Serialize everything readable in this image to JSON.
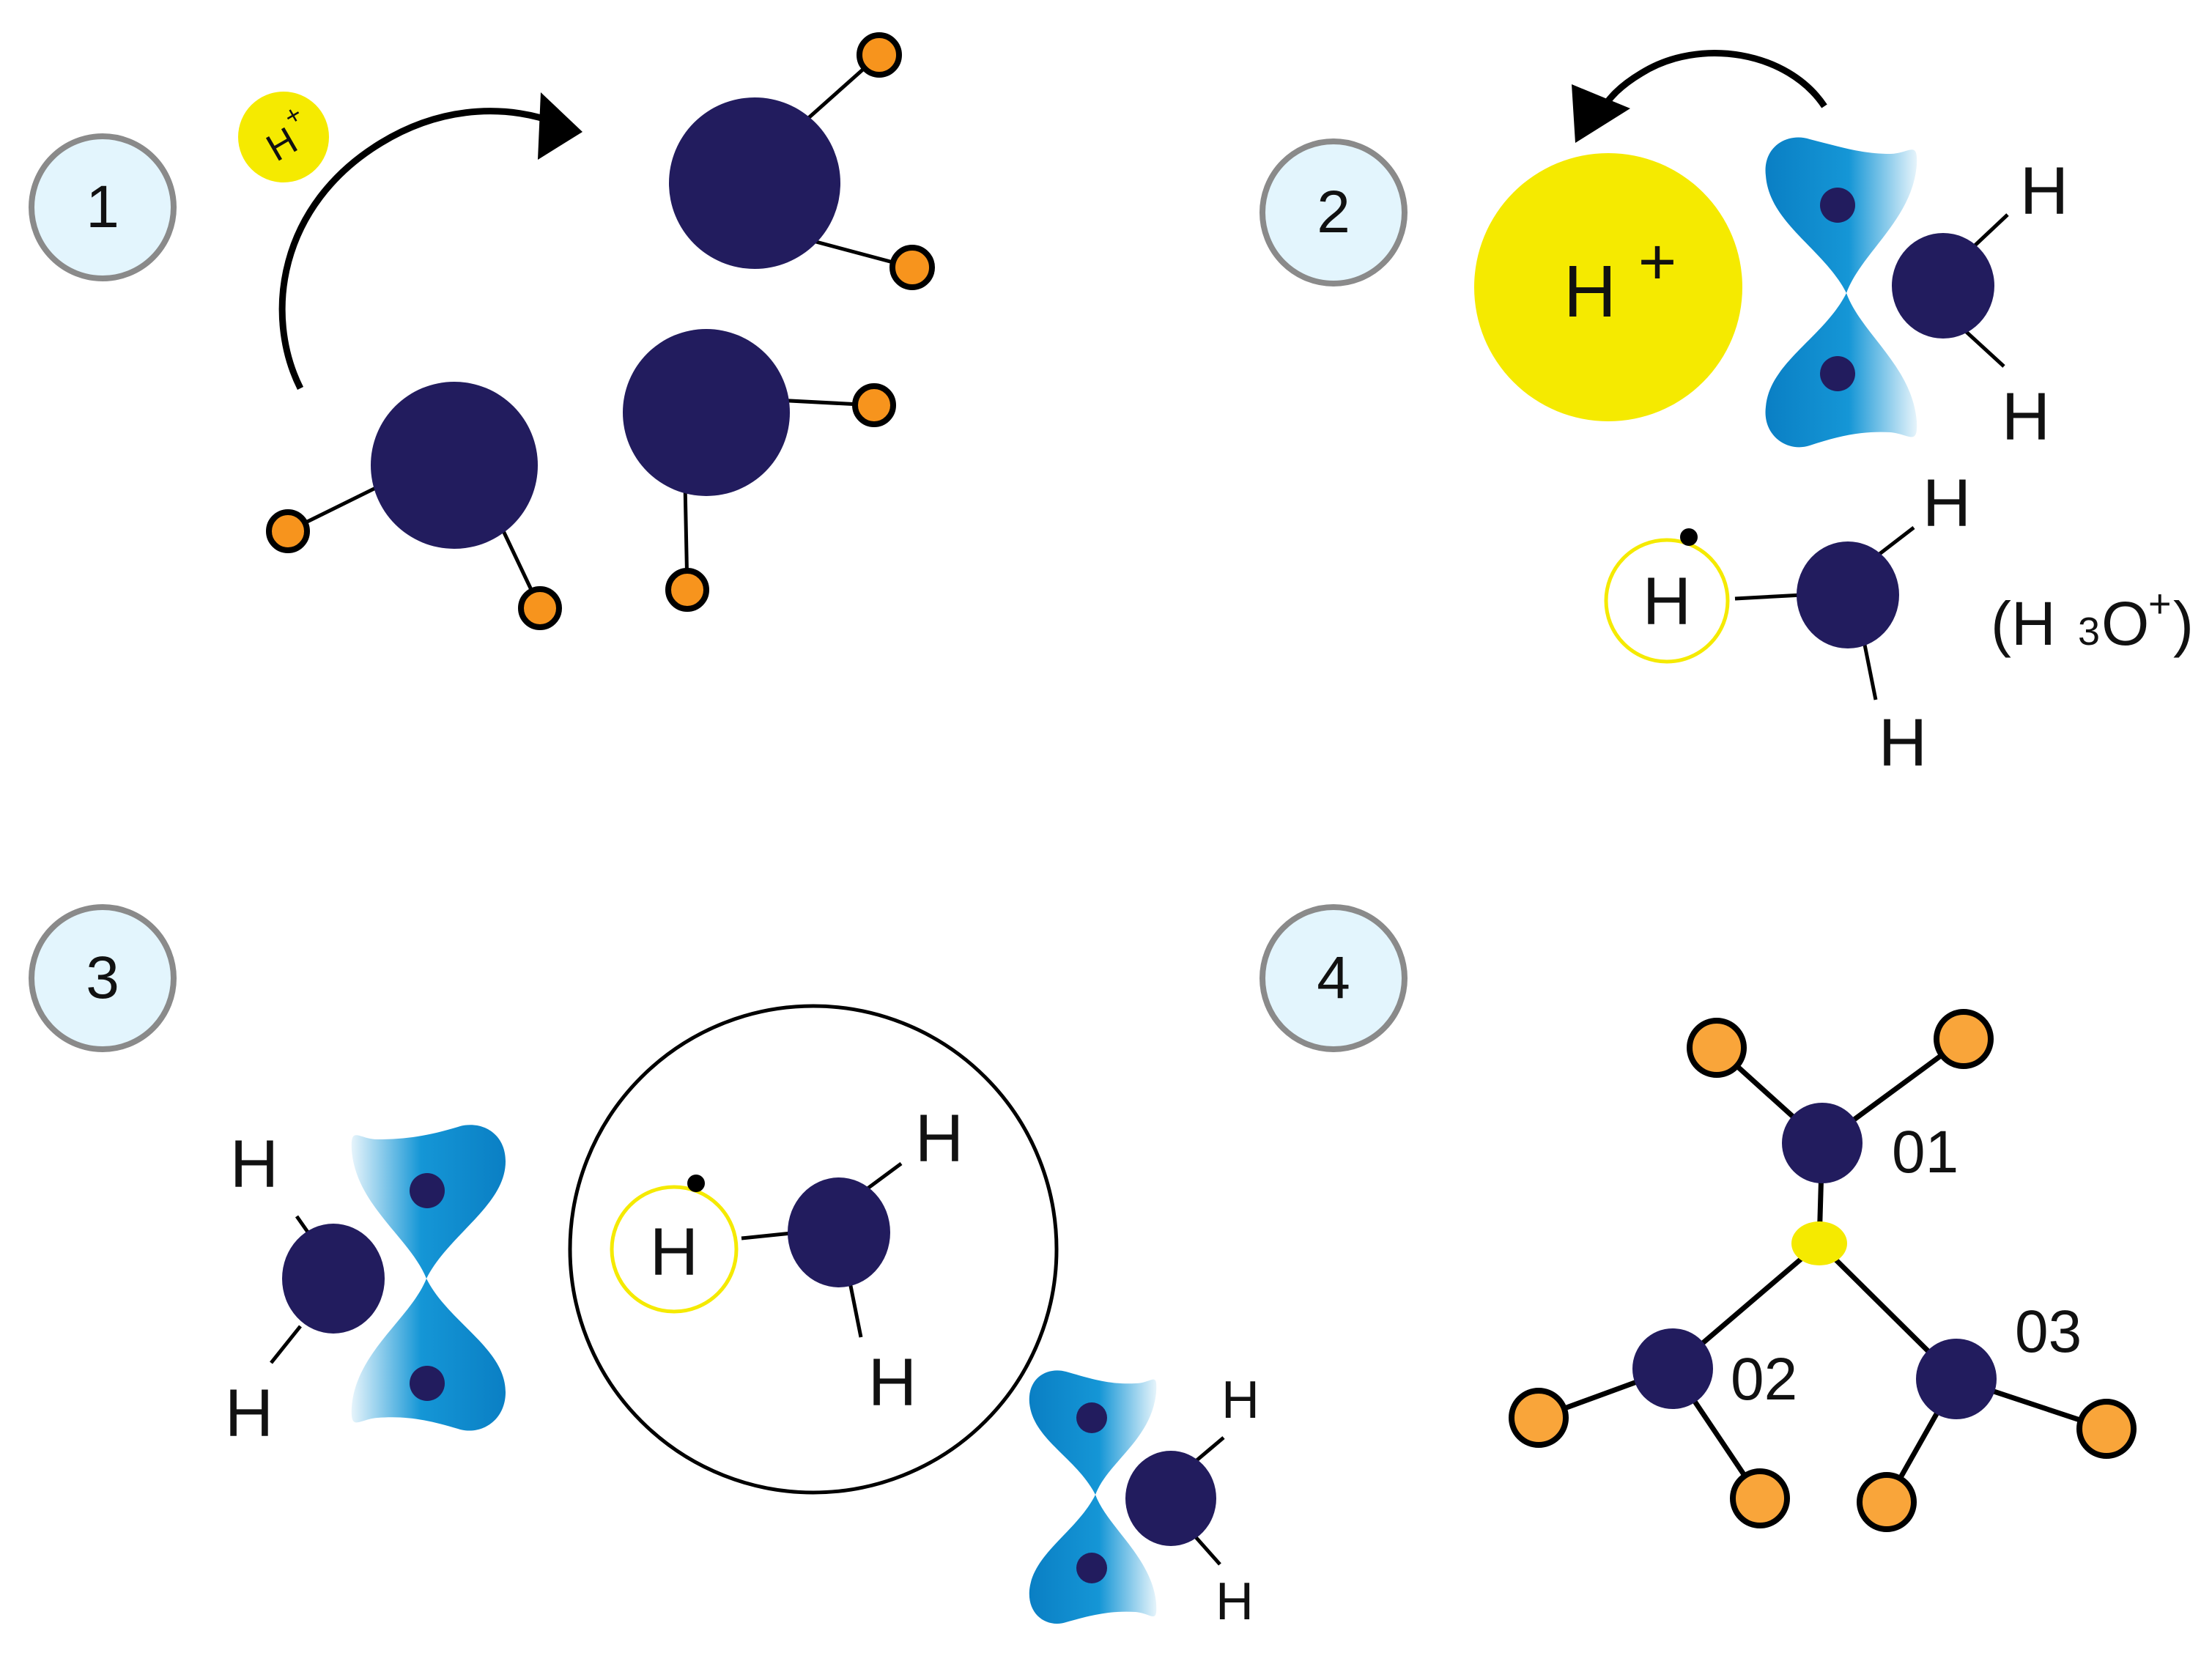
{
  "panels": [
    {
      "label": "1"
    },
    {
      "label": "2"
    },
    {
      "label": "3"
    },
    {
      "label": "4"
    }
  ],
  "panel1": {
    "proton_label": "H",
    "proton_charge": "+"
  },
  "panel2": {
    "proton_label": "H",
    "proton_charge": "+",
    "h_top": "H",
    "h_bottom": "H",
    "hydronium_h_circled": "H",
    "hydronium_h_top": "H",
    "hydronium_h_bottom": "H",
    "hydronium_formula_open": "(H",
    "hydronium_formula_sub": "3",
    "hydronium_formula_o": "O",
    "hydronium_formula_sup": "+",
    "hydronium_formula_close": ")"
  },
  "panel3": {
    "left_h_top": "H",
    "left_h_bottom": "H",
    "circled_h": "H",
    "center_h_top": "H",
    "center_h_bottom": "H",
    "right_h_top": "H",
    "right_h_bottom": "H"
  },
  "panel4": {
    "o1": "01",
    "o2": "02",
    "o3": "03"
  },
  "colors": {
    "oxygen": "#221c5e",
    "hydrogen": "#f7941d",
    "hydrogen_light": "#f9a53a",
    "proton": "#f5ea00",
    "orbital": "#0a8fcf",
    "badge_fill": "#e3f5fd",
    "badge_stroke": "#8a8a8a"
  },
  "icons": {
    "arrow": "curved-arrow-icon",
    "orbital": "lone-pair-orbital-icon"
  }
}
